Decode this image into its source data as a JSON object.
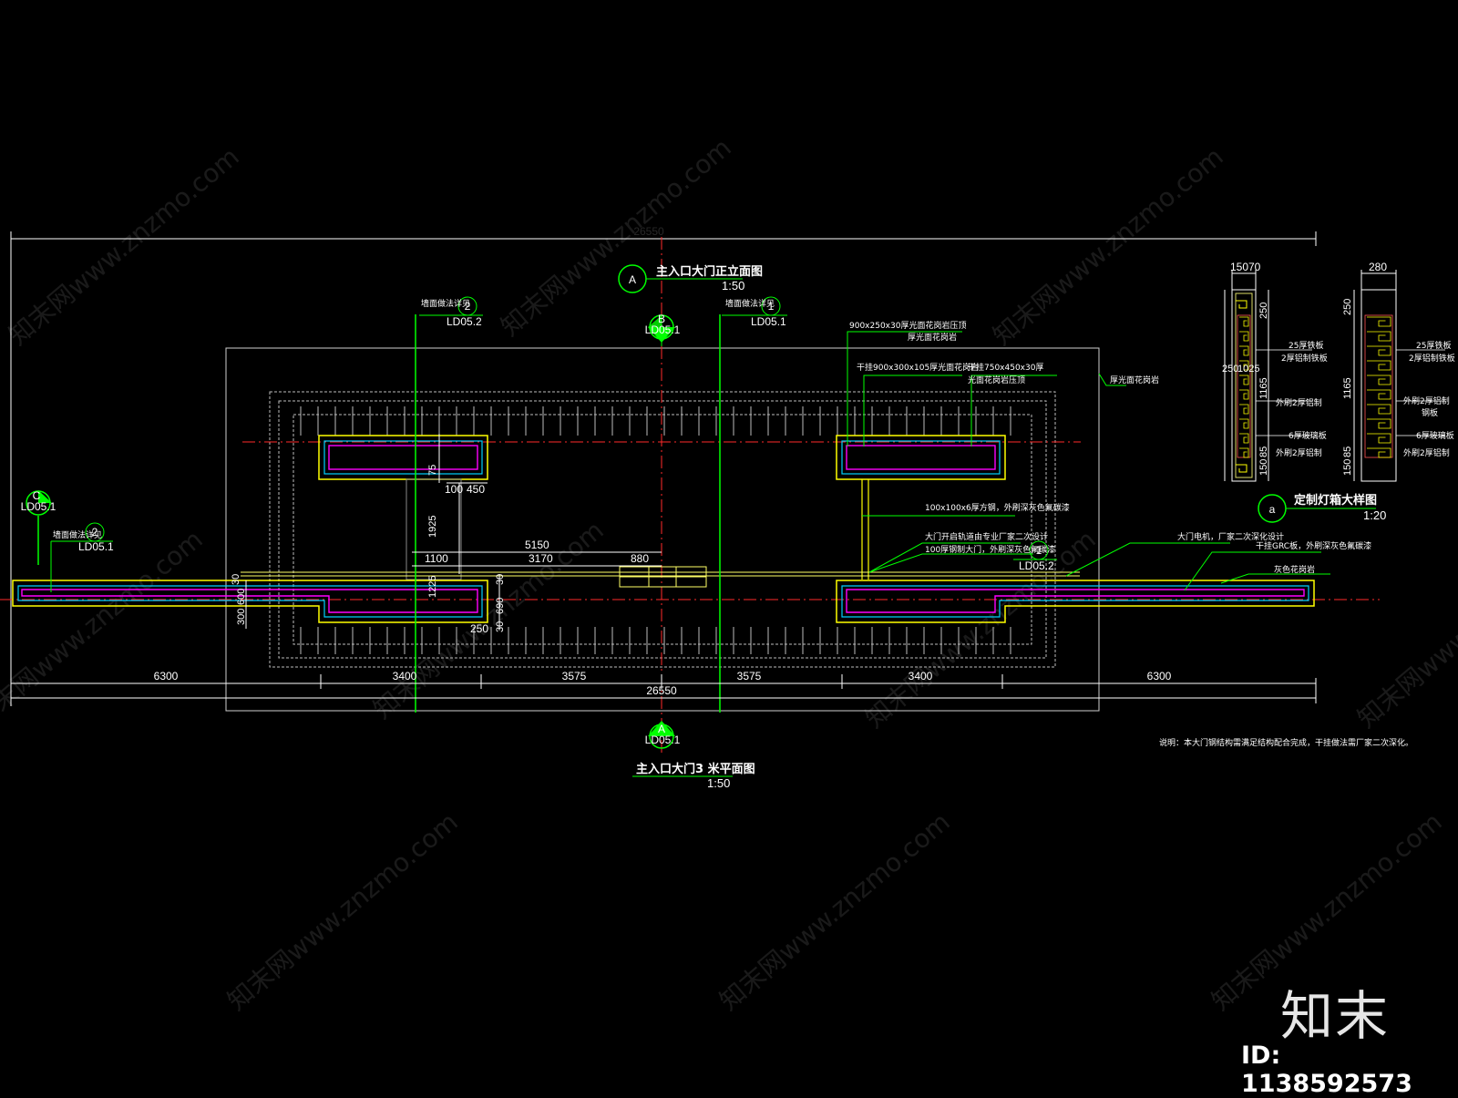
{
  "drawing": {
    "top_dim": "26550",
    "elevation_ref": {
      "letter": "A",
      "title": "主入口大门正立面图",
      "scale": "1:50"
    },
    "plan_ref": {
      "letter": "A",
      "sheet": "LD05.1",
      "title": "主入口大门3 米平面图",
      "scale": "1:50"
    },
    "section_marks": [
      {
        "letter": "B",
        "sheet": "LD05.1"
      },
      {
        "letter": "C",
        "sheet": "LD05.1"
      }
    ],
    "detail_refs": [
      {
        "num": "2",
        "sheet": "LD05.2",
        "note": "墙面做法详见"
      },
      {
        "num": "1",
        "sheet": "LD05.1",
        "note": "墙面做法详见"
      },
      {
        "num": "1",
        "sheet": "LD05.2",
        "note": "做法详见"
      },
      {
        "num": "2",
        "sheet": "LD05.1",
        "note": "墙面做法详见"
      }
    ],
    "callouts": [
      "900x250x30厚光面花岗岩压顶",
      "厚光面花岗岩",
      "干挂900x300x105厚光面花岗岩",
      "干挂750x450x30厚",
      "光面花岗岩压顶",
      "100x100x6厚方钢，外刷深灰色氟碳漆",
      "大门开启轨道由专业厂家二次设计",
      "100厚钢制大门，外刷深灰色氟碳漆",
      "大门电机，厂家二次深化设计",
      "干挂GRC板，外刷深灰色氟碳漆",
      "灰色花岗岩",
      "厚光面花岗岩"
    ],
    "dims_bottom": [
      "6300",
      "3400",
      "3575",
      "3575",
      "3400",
      "6300"
    ],
    "total_dim": "26550",
    "dims_inner": [
      "5150",
      "1100",
      "3170",
      "880",
      "100",
      "450",
      "1925",
      "75",
      "1225",
      "600",
      "300",
      "690",
      "30",
      "250",
      "30",
      "30"
    ],
    "note": "说明：本大门钢结构需满足结构配合完成，干挂做法需厂家二次深化。",
    "detail": {
      "letter": "a",
      "title": "定制灯箱大样图",
      "scale": "1:20",
      "left_dims": [
        "150",
        "70",
        "250",
        "250",
        "1025",
        "1165",
        "150",
        "85"
      ],
      "right_dims": [
        "280",
        "250",
        "1165",
        "150",
        "85"
      ],
      "labels_left": [
        "25厚铁板",
        "2厚铝制铁板",
        "外刷2厚铝制",
        "6厚玻璃板",
        "外刷2厚铝制"
      ],
      "labels_right": [
        "25厚铁板",
        "2厚铝制铁板",
        "外刷2厚铝制",
        "钢板",
        "6厚玻璃板",
        "外刷2厚铝制"
      ]
    }
  },
  "watermark": {
    "text": "知末网www.znzmo.com"
  },
  "logo": "知末",
  "image_id": "ID: 1138592573",
  "colors": {
    "background": "#000000",
    "outline": "#ffff00",
    "axis": "#ff2a2a",
    "section": "#00ff00",
    "fill_inner": "#ff00ff",
    "glass": "#00d0ff",
    "text": "#ffffff"
  }
}
